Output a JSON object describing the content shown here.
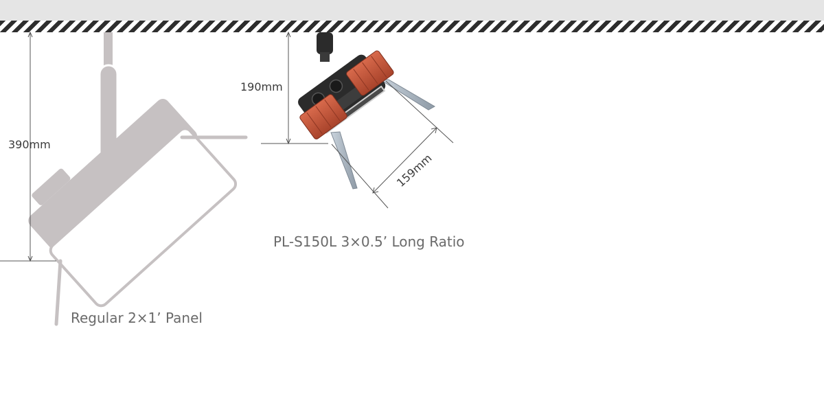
{
  "ceiling": {
    "stripe_dark": "#2e2e2e",
    "bar_color": "#e5e5e5"
  },
  "regular_panel": {
    "caption": "Regular 2×1’ Panel",
    "height_dimension": "390mm",
    "color": "#c6c1c2"
  },
  "long_ratio_panel": {
    "caption": "PL-S150L 3×0.5’ Long Ratio",
    "height_dimension": "190mm",
    "depth_dimension": "159mm",
    "accent_color": "#c0553a",
    "body_color": "#2b2b2b"
  }
}
